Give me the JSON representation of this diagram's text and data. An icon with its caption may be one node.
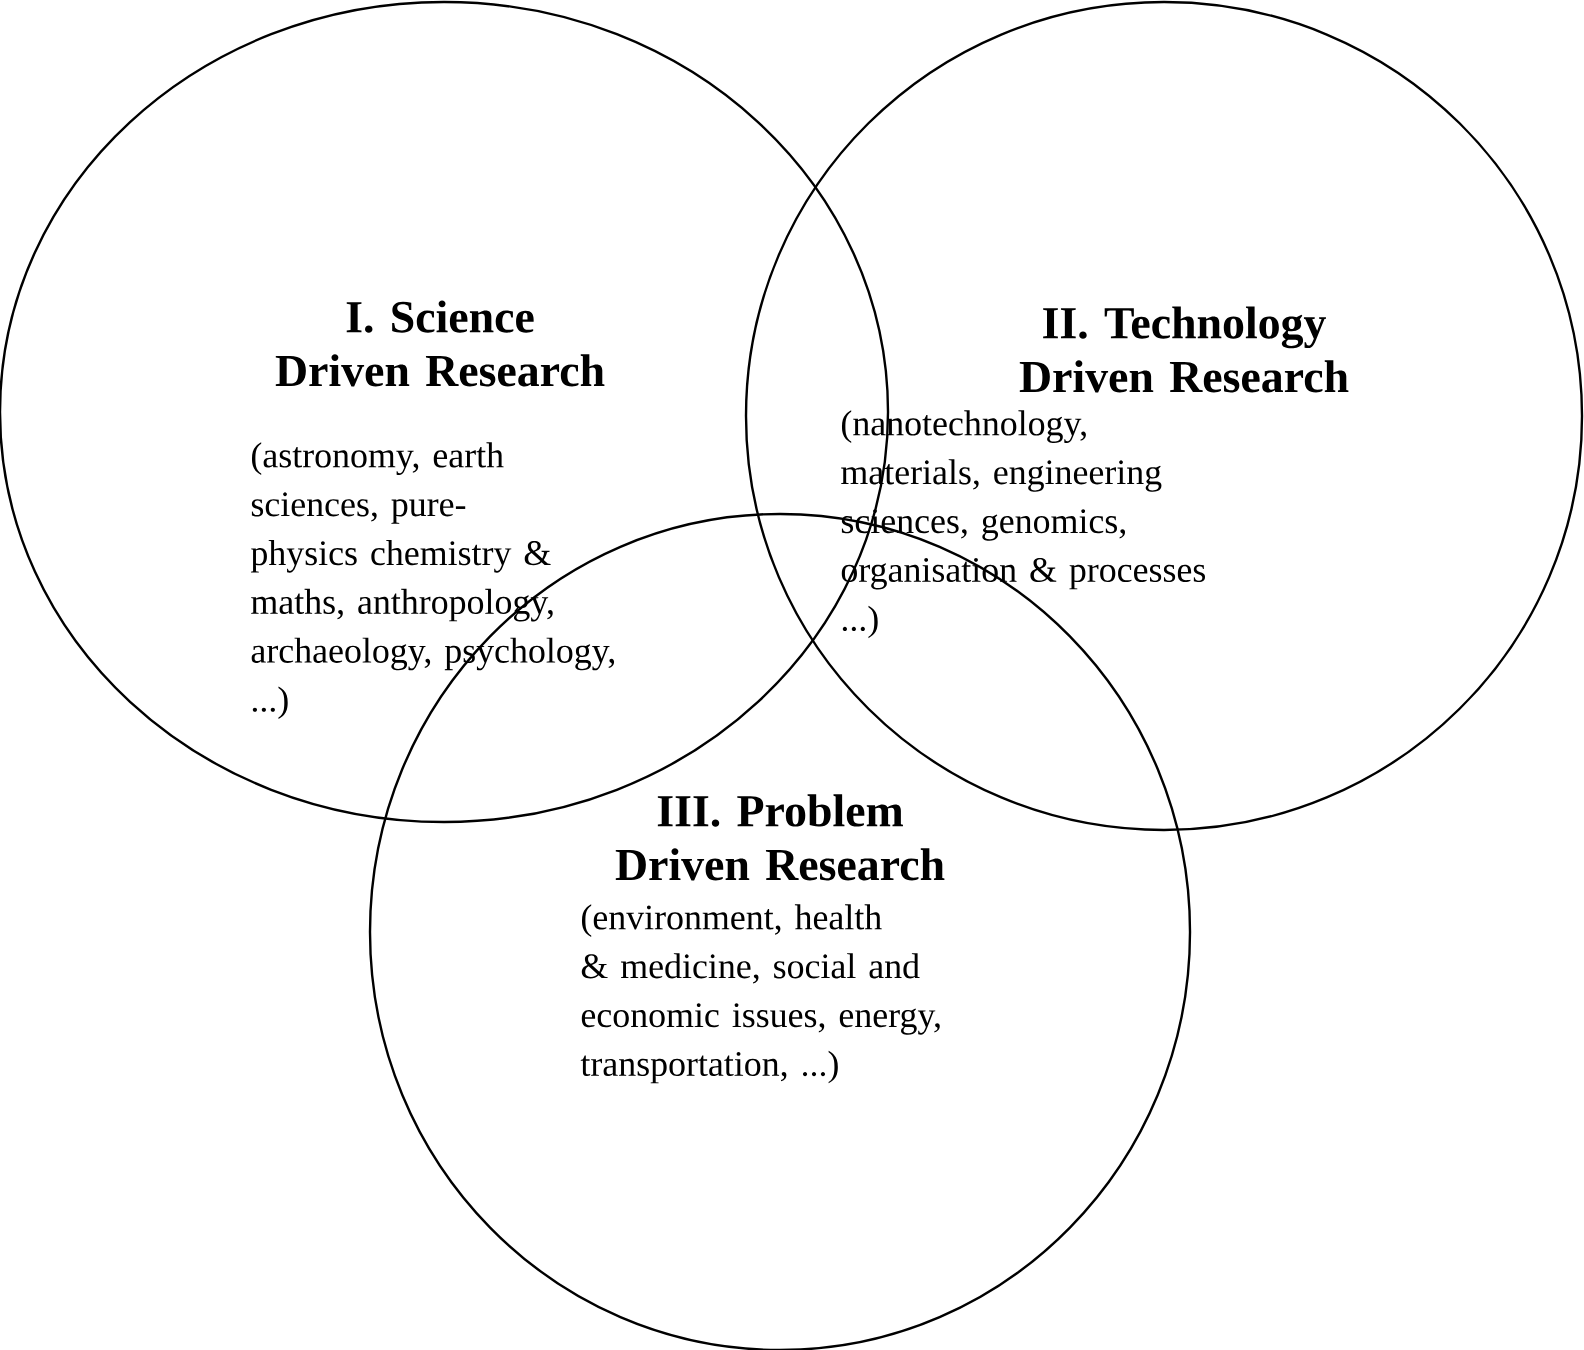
{
  "diagram": {
    "nodes": [
      {
        "text": [
          "I. Science Driven Research",
          "(astronomy, earth sciences, pure- physics chemistry & maths, anthropology, archaeology, psychology, ...)"
        ]
      },
      {
        "text": [
          "II. Technology Driven Research",
          "(nanotechnology, materials, engineering sciences, genomics, organisation & processes ...)"
        ]
      },
      {
        "text": [
          "III. Problem Driven Research",
          "(environment, health & medicine, social and economic issues, energy, transportation, ...)"
        ]
      }
    ]
  }
}
